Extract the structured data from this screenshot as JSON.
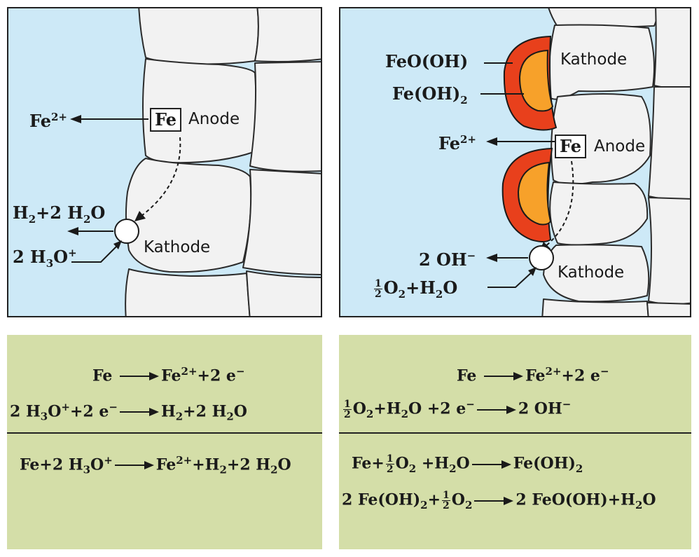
{
  "left_diagram": {
    "fe_ion": "Fe",
    "fe_ion_charge": "2+",
    "fe_box": "Fe",
    "anode_label": "Anode",
    "kathode_label": "Kathode",
    "h2_label_a": "H",
    "h2_label_sub": "2",
    "h2_label_b": "+2 H",
    "h2_label_sub2": "2",
    "h2_label_c": "O",
    "h3o_label_a": "2 H",
    "h3o_label_sub": "3",
    "h3o_label_b": "O",
    "h3o_label_sup": "+"
  },
  "right_diagram": {
    "feooh_label": "FeO(OH)",
    "feoh2_label_a": "Fe(OH)",
    "feoh2_label_sub": "2",
    "kathode_top_label": "Kathode",
    "fe_ion": "Fe",
    "fe_ion_charge": "2+",
    "fe_box": "Fe",
    "anode_label": "Anode",
    "oh_label": "2 OH",
    "oh_label_sup": "−",
    "o2_frac_num": "1",
    "o2_frac_den": "2",
    "o2_label_a": "O",
    "o2_label_sub": "2",
    "o2_label_b": "+H",
    "o2_label_sub2": "2",
    "o2_label_c": "O",
    "kathode_bottom_label": "Kathode"
  },
  "left_equations": {
    "eq1_lhs": "Fe",
    "eq1_rhs_a": "Fe",
    "eq1_rhs_sup": "2+",
    "eq1_rhs_b": "+2 e",
    "eq1_rhs_sup2": "−",
    "eq2_lhs_a": "2 H",
    "eq2_lhs_sub": "3",
    "eq2_lhs_b": "O",
    "eq2_lhs_sup": "+",
    "eq2_lhs_c": "+2 e",
    "eq2_lhs_sup2": "−",
    "eq2_rhs_a": "H",
    "eq2_rhs_sub": "2",
    "eq2_rhs_b": "+2 H",
    "eq2_rhs_sub2": "2",
    "eq2_rhs_c": "O",
    "sum_lhs_a": "Fe+2 H",
    "sum_lhs_sub": "3",
    "sum_lhs_b": "O",
    "sum_lhs_sup": "+",
    "sum_rhs_a": "Fe",
    "sum_rhs_sup": "2+",
    "sum_rhs_b": "+H",
    "sum_rhs_sub": "2",
    "sum_rhs_c": "+2 H",
    "sum_rhs_sub2": "2",
    "sum_rhs_d": "O"
  },
  "right_equations": {
    "eq1_lhs": "Fe",
    "eq1_rhs_a": "Fe",
    "eq1_rhs_sup": "2+",
    "eq1_rhs_b": "+2 e",
    "eq1_rhs_sup2": "−",
    "eq2_frac_num": "1",
    "eq2_frac_den": "2",
    "eq2_lhs_a": "O",
    "eq2_lhs_sub": "2",
    "eq2_lhs_b": "+H",
    "eq2_lhs_sub2": "2",
    "eq2_lhs_c": "O +2 e",
    "eq2_lhs_sup": "−",
    "eq2_rhs_a": "2 OH",
    "eq2_rhs_sup": "−",
    "eq3_lhs_a": "Fe+",
    "eq3_frac_num": "1",
    "eq3_frac_den": "2",
    "eq3_lhs_b": "O",
    "eq3_lhs_sub": "2",
    "eq3_lhs_c": " +H",
    "eq3_lhs_sub2": "2",
    "eq3_lhs_d": "O",
    "eq3_rhs_a": "Fe(OH)",
    "eq3_rhs_sub": "2",
    "eq4_lhs_a": "2 Fe(OH)",
    "eq4_lhs_sub": "2",
    "eq4_lhs_b": "+",
    "eq4_frac_num": "1",
    "eq4_frac_den": "2",
    "eq4_lhs_c": "O",
    "eq4_lhs_sub2": "2",
    "eq4_rhs_a": "2 FeO(OH)+H",
    "eq4_rhs_sub": "2",
    "eq4_rhs_b": "O"
  },
  "colors": {
    "water": "#cde9f7",
    "equation_bg": "#d4dea8",
    "metal_grain": "#f2f2f2",
    "rust_outer": "#e8401c",
    "rust_inner": "#f7a12a"
  }
}
